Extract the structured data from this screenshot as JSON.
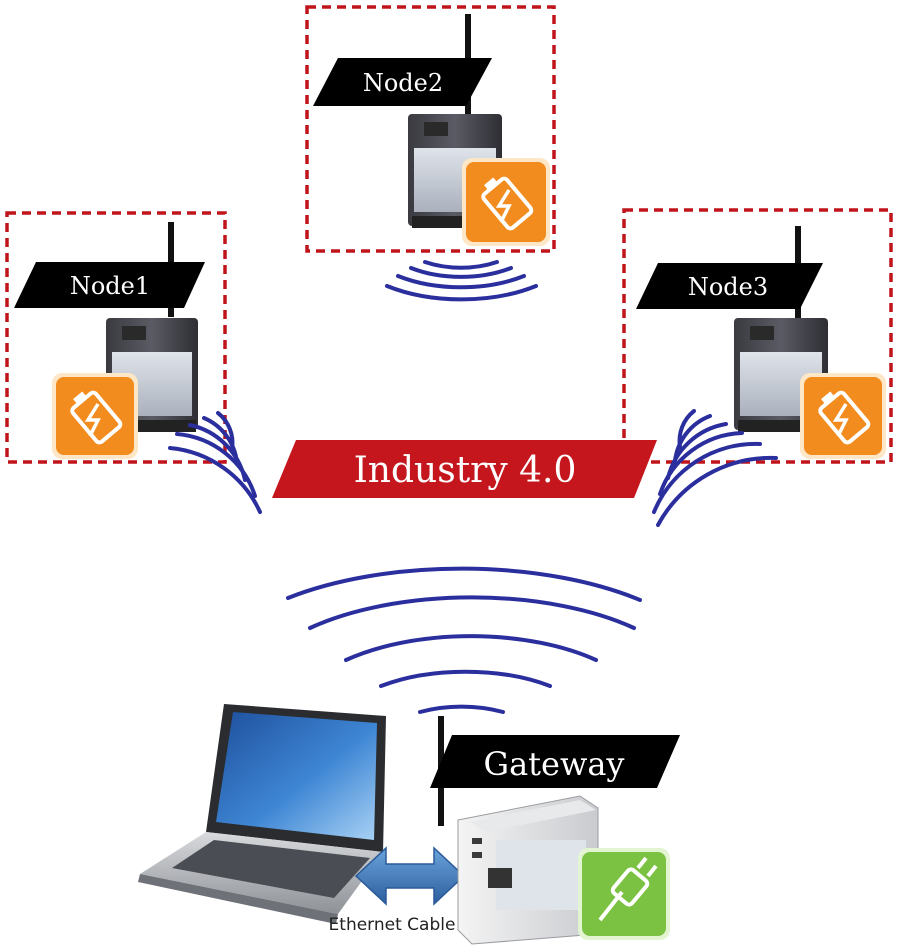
{
  "nodes": [
    {
      "label": "Node1"
    },
    {
      "label": "Node2"
    },
    {
      "label": "Node3"
    }
  ],
  "banner": {
    "label": "Industry 4.0"
  },
  "gateway": {
    "label": "Gateway"
  },
  "link": {
    "label": "Ethernet Cable"
  },
  "colors": {
    "wave": "#2b2f9e",
    "banner": "#c4161c",
    "dashed_box": "#c0141b",
    "battery": "#f28c1e",
    "power_badge": "#7cc242",
    "arrow": "#3a78c0",
    "label_bg": "#000000"
  },
  "icons": {
    "node_device": "wireless-sensor-node-icon",
    "battery": "battery-power-icon",
    "gateway_device": "gateway-device-icon",
    "power_plug": "power-plug-icon",
    "laptop": "laptop-icon",
    "arrow": "double-arrow-icon"
  }
}
